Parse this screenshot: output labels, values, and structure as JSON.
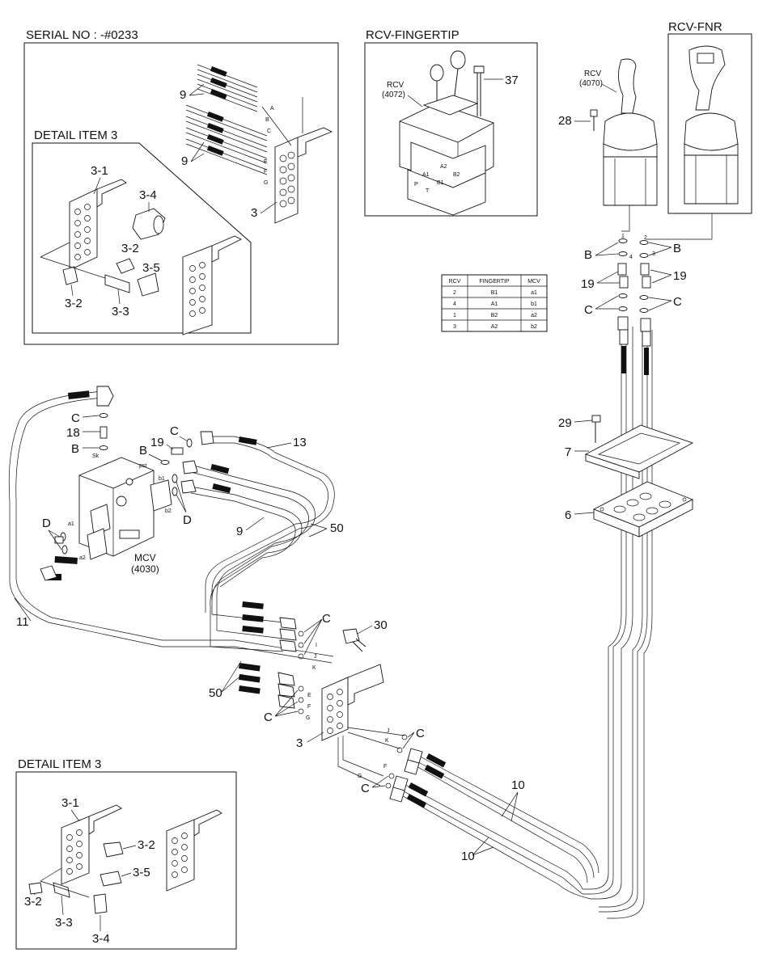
{
  "headers": {
    "serial_no": "SERIAL NO : -#0233",
    "detail_top": "DETAIL ITEM 3",
    "detail_bottom": "DETAIL ITEM 3",
    "fingertip": "RCV-FINGERTIP",
    "fnr": "RCV-FNR"
  },
  "components": {
    "rcv_fingertip_name": "RCV",
    "rcv_fingertip_code": "(4072)",
    "rcv_fnr_name": "RCV",
    "rcv_fnr_code": "(4070)",
    "mcv_name": "MCV",
    "mcv_code": "(4030)"
  },
  "port_table": {
    "headers": [
      "RCV",
      "FINGERTIP",
      "MCV"
    ],
    "rows": [
      [
        "2",
        "B1",
        "a1"
      ],
      [
        "4",
        "A1",
        "b1"
      ],
      [
        "1",
        "B2",
        "a2"
      ],
      [
        "3",
        "A2",
        "b2"
      ]
    ]
  },
  "callouts": {
    "c9a": "9",
    "c9b": "9",
    "c3top": "3",
    "d31": "3-1",
    "d34": "3-4",
    "d32a": "3-2",
    "d35": "3-5",
    "d32b": "3-2",
    "d33": "3-3",
    "c37": "37",
    "c28": "28",
    "bL": "B",
    "bR": "B",
    "n19L": "19",
    "n19R": "19",
    "cL": "C",
    "cR": "C",
    "c29": "29",
    "c7": "7",
    "c6": "6",
    "mC1": "C",
    "m18": "18",
    "mB1": "B",
    "mB2": "B",
    "m19": "19",
    "mC2": "C",
    "m13": "13",
    "mD1": "D",
    "mD2": "D",
    "m9": "9",
    "m50a": "50",
    "m11": "11",
    "c30": "30",
    "cC1": "C",
    "m50b": "50",
    "cC2": "C",
    "c3": "3",
    "cC3": "C",
    "cC4": "C",
    "c10a": "10",
    "c10b": "10",
    "b31": "3-1",
    "b32a": "3-2",
    "b35": "3-5",
    "b32b": "3-2",
    "b33": "3-3",
    "b34": "3-4"
  },
  "ports": {
    "sk": "Sk",
    "pst": "pst",
    "b1": "b1",
    "b2": "b2",
    "a1": "a1",
    "a2": "a2",
    "A1": "A1",
    "A2": "A2",
    "B1": "B1",
    "B2": "B2",
    "P": "P",
    "T": "T",
    "n1": "1",
    "n2": "2",
    "n3": "3",
    "n4": "4",
    "pE": "E",
    "pF": "F",
    "pG": "G",
    "pI": "I",
    "pJ": "J",
    "pK": "K",
    "pJ2": "J",
    "pK2": "K",
    "pF2": "F",
    "pG2": "G",
    "tA": "A",
    "tB": "B",
    "tC": "C",
    "tE": "E",
    "tF": "F",
    "tG": "G"
  }
}
